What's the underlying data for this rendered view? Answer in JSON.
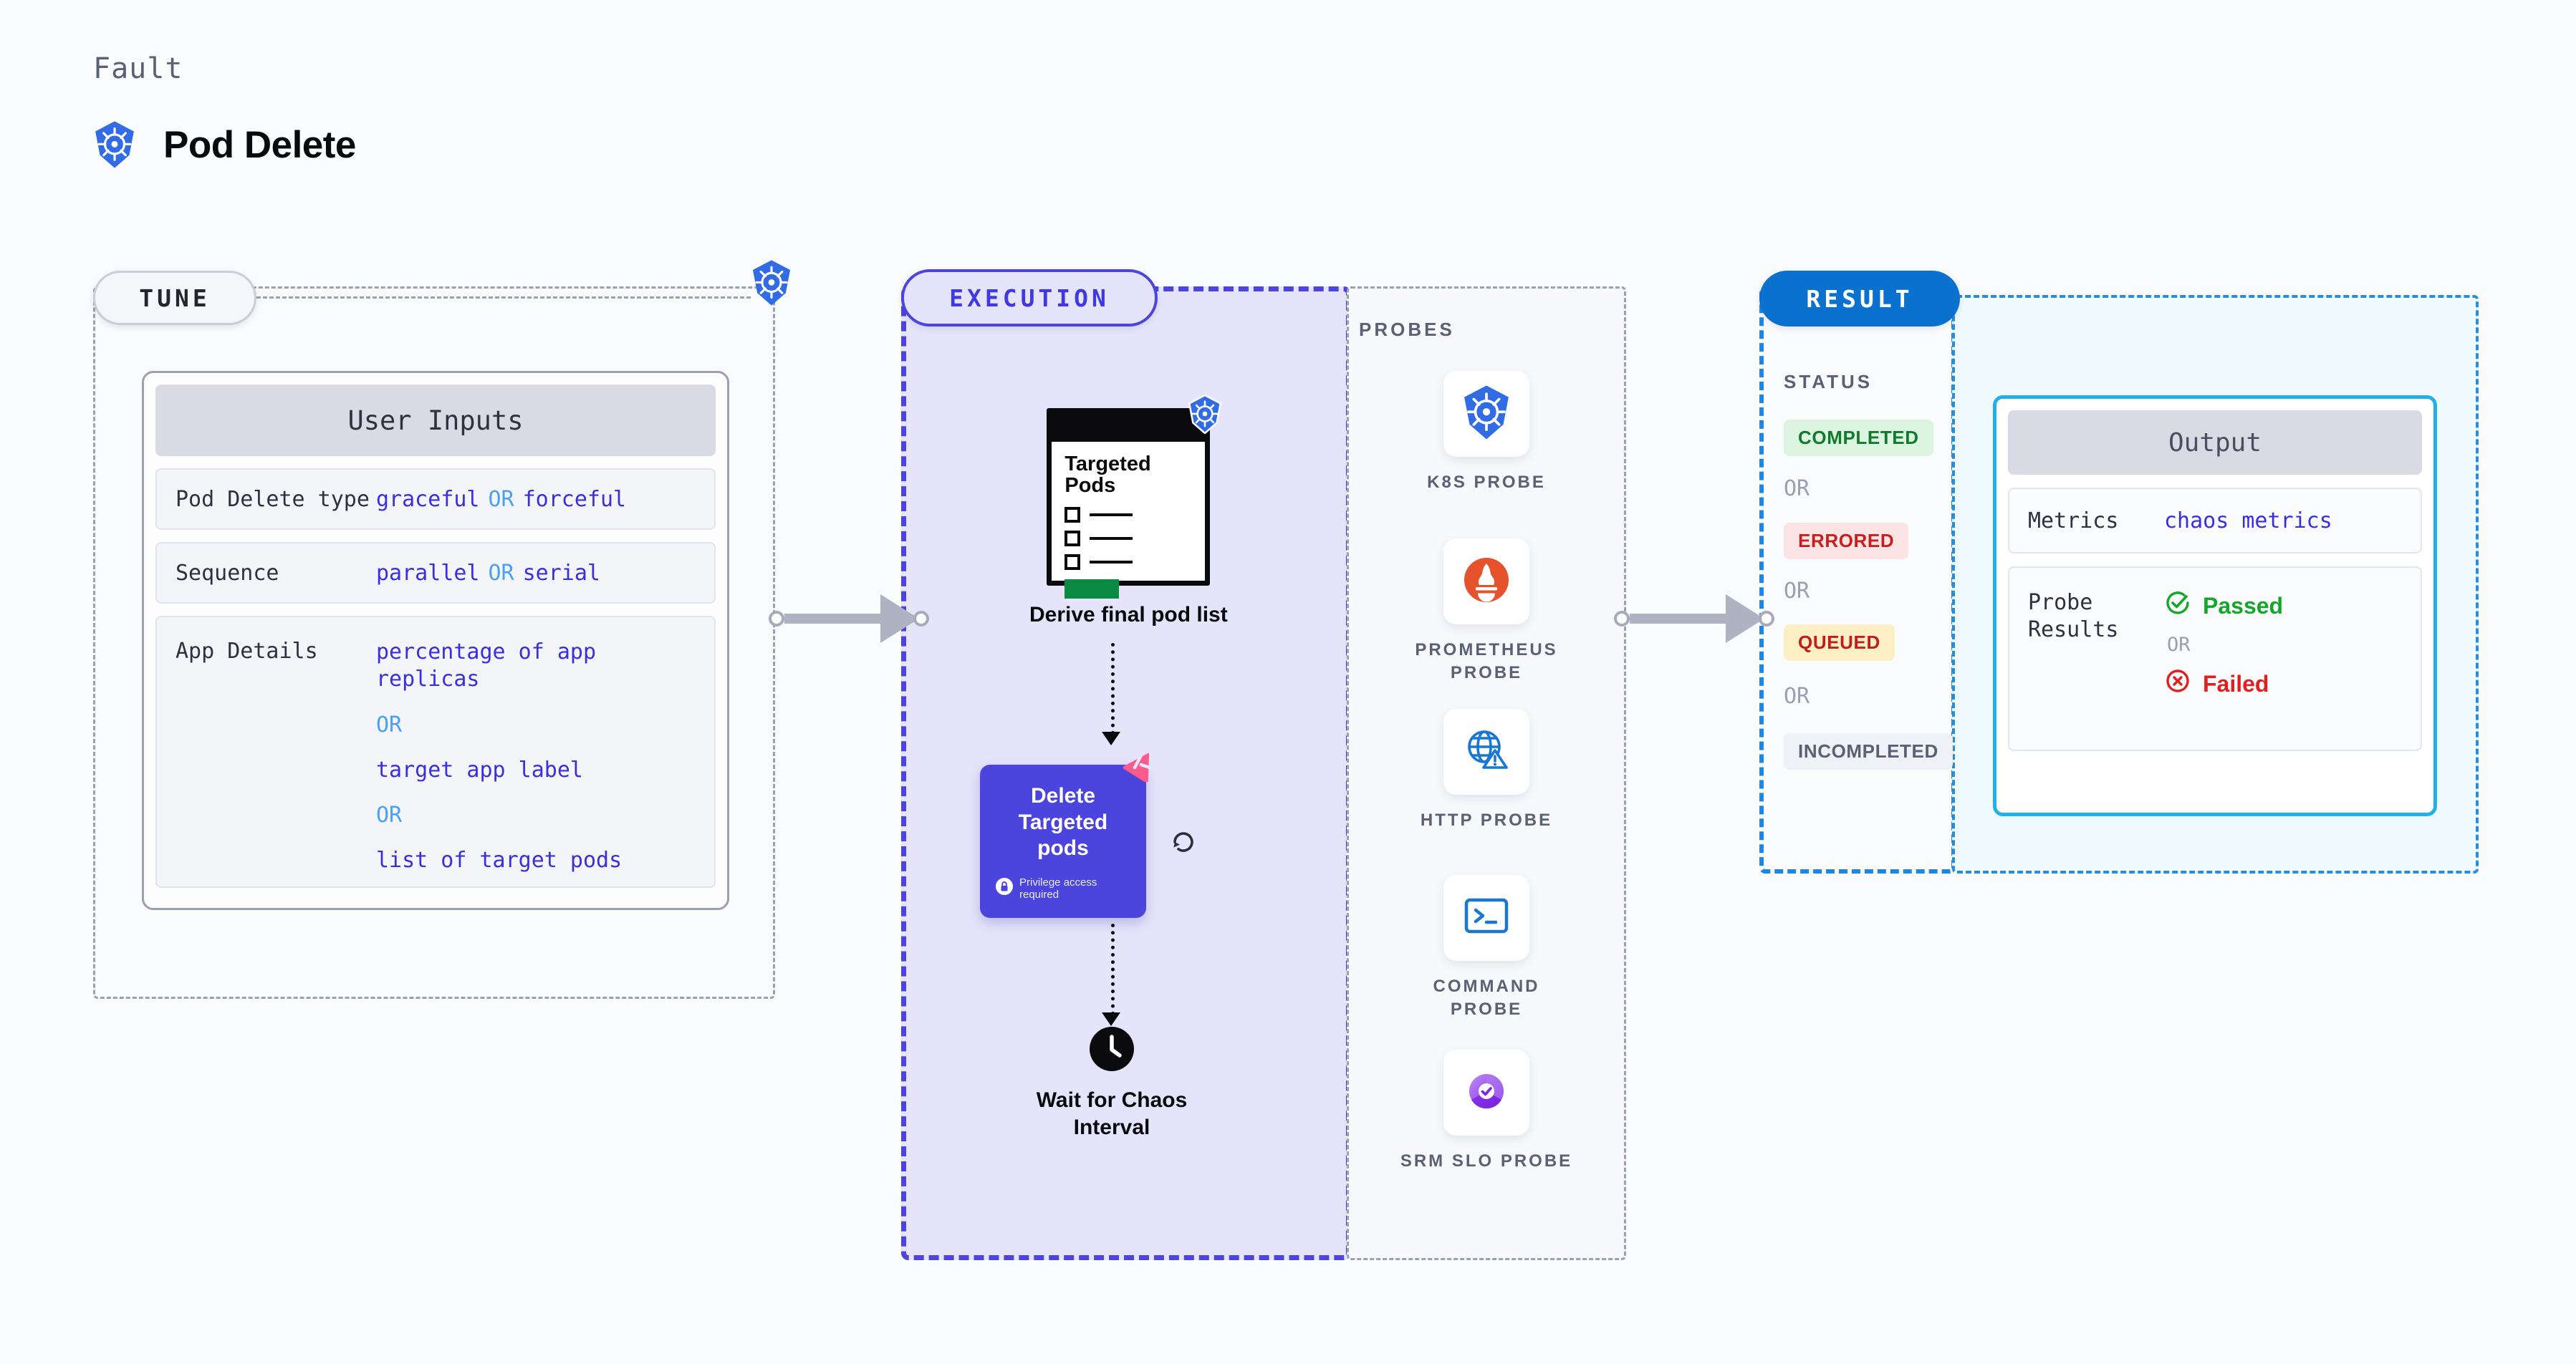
{
  "header": {
    "fault_label": "Fault",
    "fault_title": "Pod Delete",
    "icon": "kubernetes-icon"
  },
  "tune": {
    "pill_label": "TUNE",
    "corner_icon": "kubernetes-icon",
    "card": {
      "title": "User Inputs",
      "rows": [
        {
          "key": "Pod Delete type",
          "value_a": "graceful",
          "or": "OR",
          "value_b": "forceful"
        },
        {
          "key": "Sequence",
          "value_a": "parallel",
          "or": "OR",
          "value_b": "serial"
        }
      ],
      "app_details": {
        "key": "App Details",
        "options": [
          "percentage of app replicas",
          "target app label",
          "list of target pods"
        ],
        "or": "OR"
      }
    }
  },
  "execution": {
    "pill_label": "EXECUTION",
    "nodes": [
      {
        "id": "derive-pod-list",
        "caption": "Derive final pod list",
        "card_title": "Targeted Pods",
        "badge_icon": "kubernetes-icon",
        "checkbox_count": 3
      },
      {
        "id": "delete-targeted-pods",
        "title": "Delete Targeted pods",
        "privilege_text": "Privilege access required",
        "privilege_icon": "lock-icon",
        "corner_icon": "chaos-icon",
        "loop_icon": "refresh-loop-icon"
      },
      {
        "id": "wait-for-chaos-interval",
        "caption": "Wait for Chaos Interval",
        "icon": "clock-icon"
      }
    ]
  },
  "probes": {
    "title": "PROBES",
    "items": [
      {
        "label": "K8S PROBE",
        "icon": "kubernetes-icon"
      },
      {
        "label": "PROMETHEUS PROBE",
        "icon": "prometheus-icon"
      },
      {
        "label": "HTTP PROBE",
        "icon": "globe-warning-icon"
      },
      {
        "label": "COMMAND PROBE",
        "icon": "terminal-icon"
      },
      {
        "label": "SRM SLO PROBE",
        "icon": "srm-slo-icon"
      }
    ]
  },
  "result": {
    "pill_label": "RESULT",
    "status_title": "STATUS",
    "or": "OR",
    "statuses": [
      {
        "label": "COMPLETED",
        "bg": "#dcf5e1",
        "fg": "#127a2b"
      },
      {
        "label": "ERRORED",
        "bg": "#fde4e4",
        "fg": "#c61f1f"
      },
      {
        "label": "QUEUED",
        "bg": "#fcefc6",
        "fg": "#c11d1d"
      },
      {
        "label": "INCOMPLETED",
        "bg": "#f0f1f6",
        "fg": "#5b6175"
      }
    ]
  },
  "output": {
    "title": "Output",
    "metrics": {
      "key": "Metrics",
      "value": "chaos metrics"
    },
    "probe_results": {
      "key": "Probe Results",
      "passed": "Passed",
      "or": "OR",
      "failed": "Failed",
      "passed_icon": "check-circle-icon",
      "failed_icon": "x-circle-icon"
    }
  },
  "colors": {
    "accent_purple": "#4b45dd",
    "accent_blue": "#0a72ce",
    "k8s_blue": "#326ce5",
    "chaos_pink": "#fb5a8c",
    "pass_green": "#17a52c",
    "fail_red": "#e02020"
  }
}
